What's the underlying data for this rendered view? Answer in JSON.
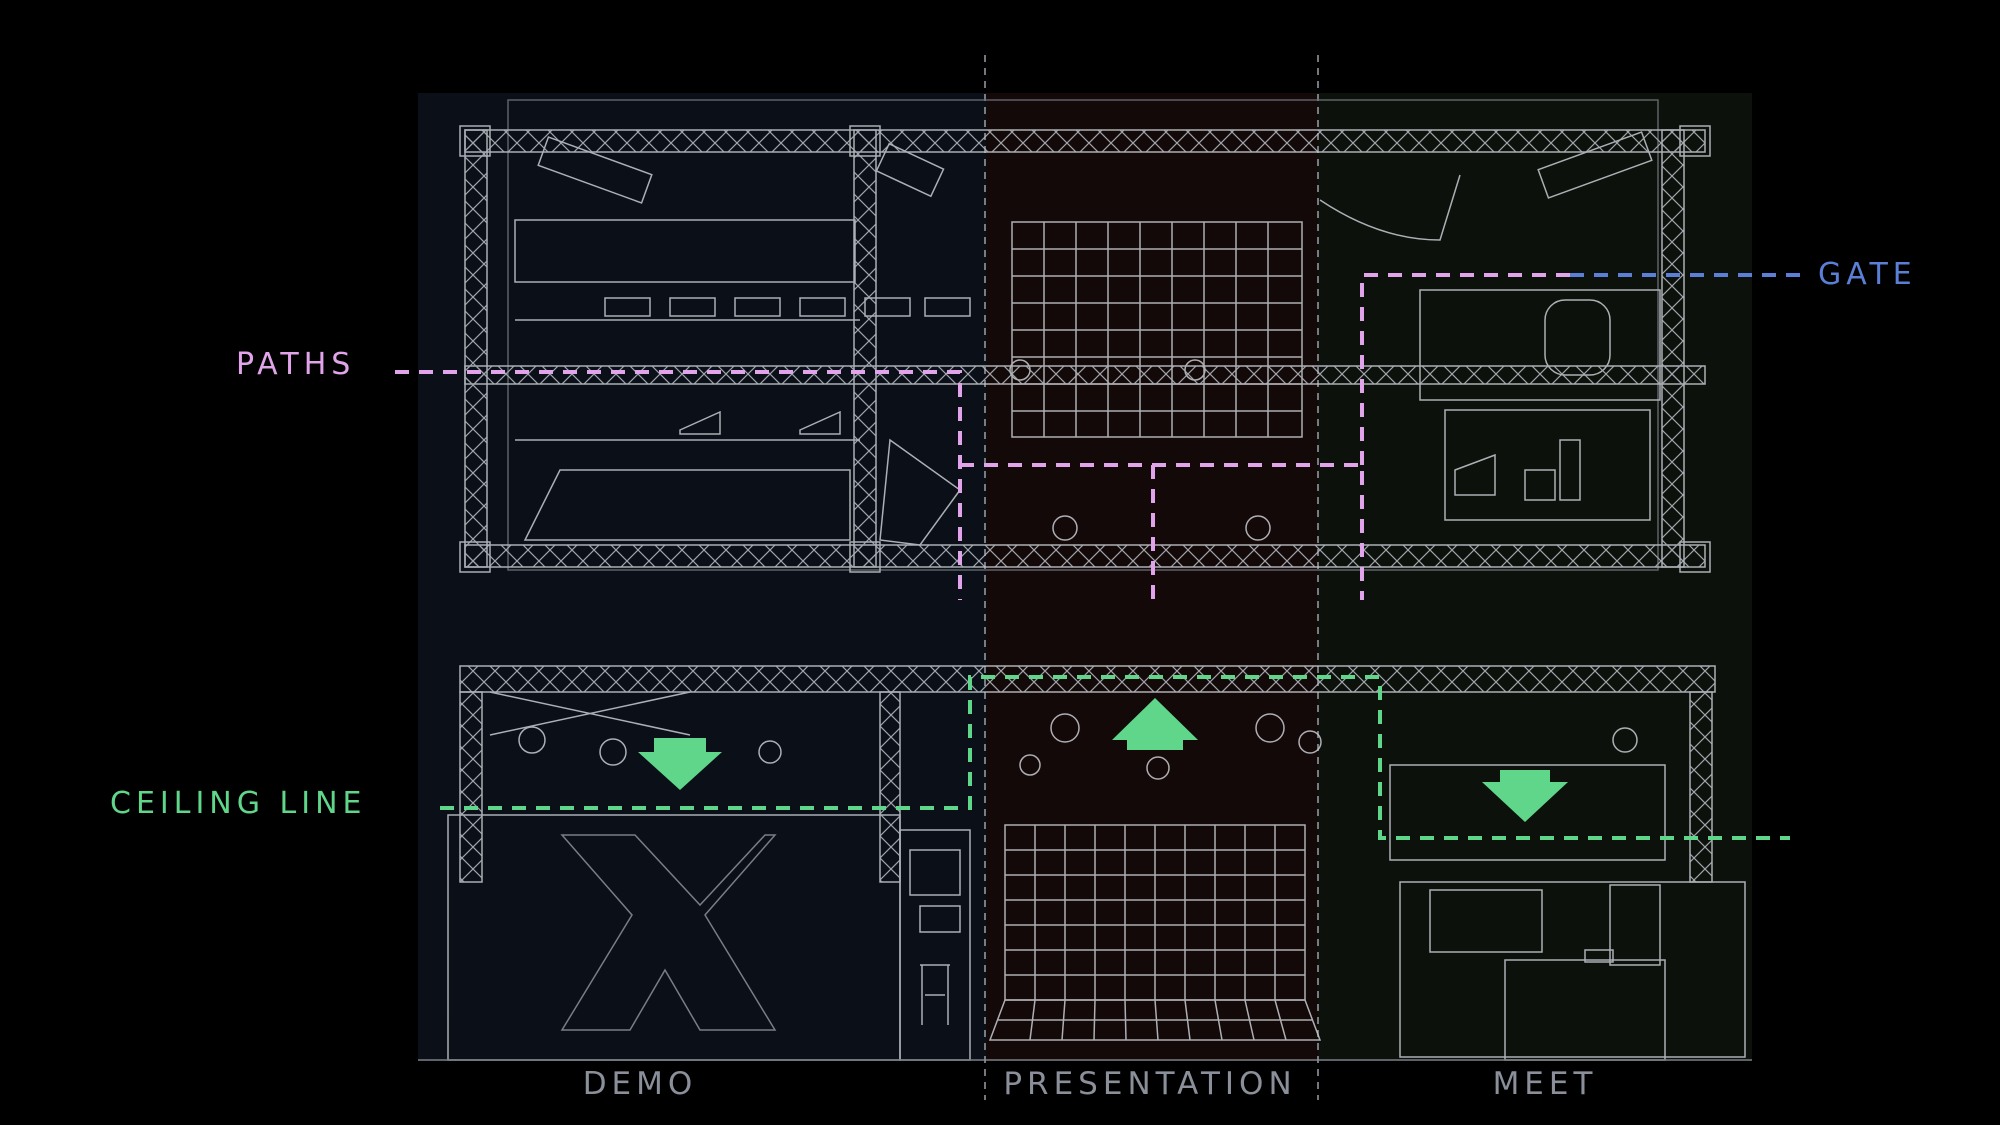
{
  "labels": {
    "paths": "PATHS",
    "gate": "GATE",
    "ceiling_line": "CEILING LINE"
  },
  "zones": [
    {
      "name": "DEMO"
    },
    {
      "name": "PRESENTATION"
    },
    {
      "name": "MEET"
    }
  ],
  "colors": {
    "background": "#000000",
    "demo_zone": "#0a0f18",
    "presentation_zone": "#140909",
    "meet_zone": "#0c110c",
    "wireframe": "#c8ccd2",
    "paths": "#e1a4ea",
    "gate": "#5b7fd6",
    "ceiling_line": "#5fd68a",
    "zone_label": "#8a8f99"
  },
  "icons": [
    "arrow-down-icon",
    "arrow-up-icon",
    "x-logo-icon"
  ]
}
